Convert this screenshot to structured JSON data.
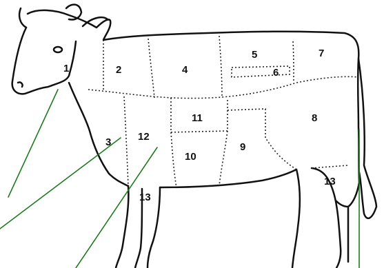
{
  "diagram": {
    "cut_labels": [
      "1",
      "2",
      "3",
      "4",
      "5",
      "6",
      "7",
      "8",
      "9",
      "10",
      "11",
      "12",
      "13",
      "13"
    ],
    "colors": {
      "outline": "#111111",
      "cut_line": "#222222",
      "leader_line": "#1f7a1f",
      "background": "#ffffff"
    }
  }
}
